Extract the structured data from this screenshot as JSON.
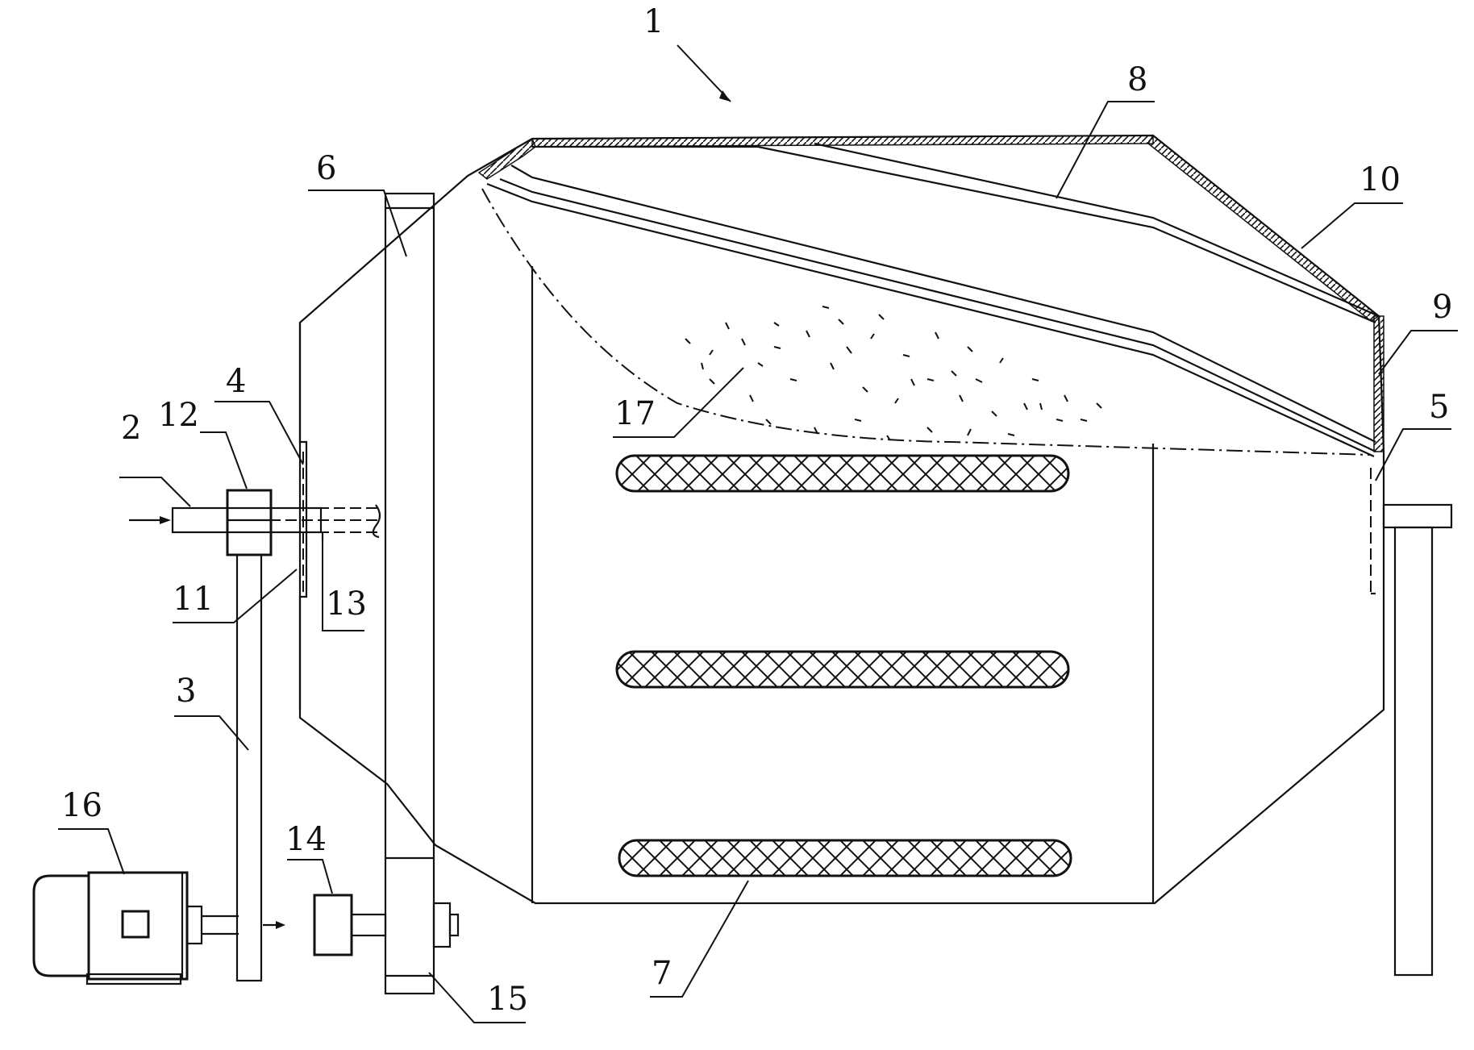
{
  "diagram": {
    "kind": "patent-drawing",
    "labels": [
      {
        "id": "1",
        "text": "1"
      },
      {
        "id": "2",
        "text": "2"
      },
      {
        "id": "3",
        "text": "3"
      },
      {
        "id": "4",
        "text": "4"
      },
      {
        "id": "5",
        "text": "5"
      },
      {
        "id": "6",
        "text": "6"
      },
      {
        "id": "7",
        "text": "7"
      },
      {
        "id": "8",
        "text": "8"
      },
      {
        "id": "9",
        "text": "9"
      },
      {
        "id": "10",
        "text": "10"
      },
      {
        "id": "11",
        "text": "11"
      },
      {
        "id": "12",
        "text": "12"
      },
      {
        "id": "13",
        "text": "13"
      },
      {
        "id": "14",
        "text": "14"
      },
      {
        "id": "15",
        "text": "15"
      },
      {
        "id": "16",
        "text": "16"
      },
      {
        "id": "17",
        "text": "17"
      }
    ],
    "colors": {
      "ink": "#111111",
      "background": "#ffffff"
    }
  }
}
